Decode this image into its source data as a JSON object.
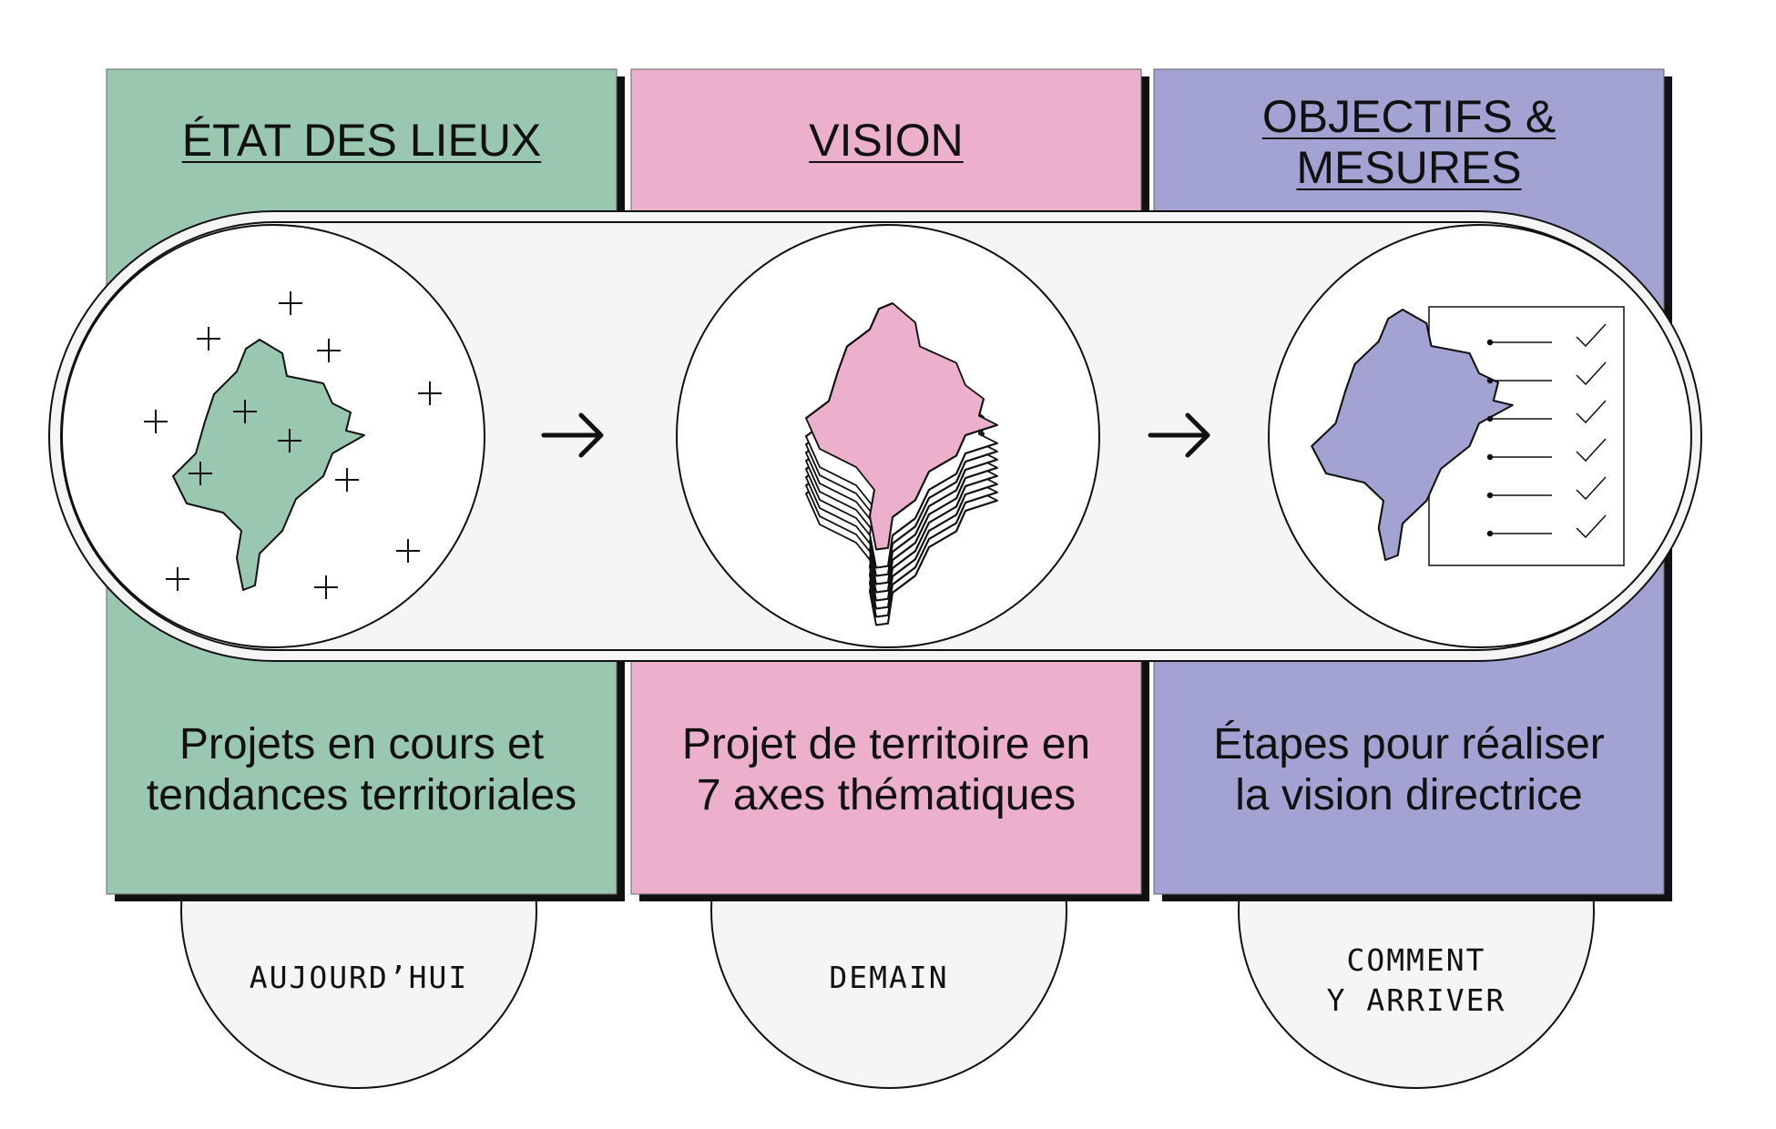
{
  "colors": {
    "green": "#99c7b0",
    "pink": "#ecb0cc",
    "purple": "#a2a3d3",
    "pill": "#f5f5f5",
    "ink": "#111111"
  },
  "columns": [
    {
      "title": "ÉTAT DES LIEUX",
      "description": "Projets en cours et\ntendances territoriales",
      "tab": "AUJOURD’HUI",
      "icon": "map-with-crosses-icon"
    },
    {
      "title": "VISION",
      "description": "Projet de territoire en\n7 axes thématiques",
      "tab": "DEMAIN",
      "icon": "stacked-map-layers-icon"
    },
    {
      "title": "OBJECTIFS &\nMESURES",
      "description": "Étapes pour réaliser\nla vision directrice",
      "tab": "COMMENT\nY ARRIVER",
      "icon": "map-with-checklist-icon"
    }
  ],
  "arrows": [
    "arrow-right-icon",
    "arrow-right-icon"
  ]
}
